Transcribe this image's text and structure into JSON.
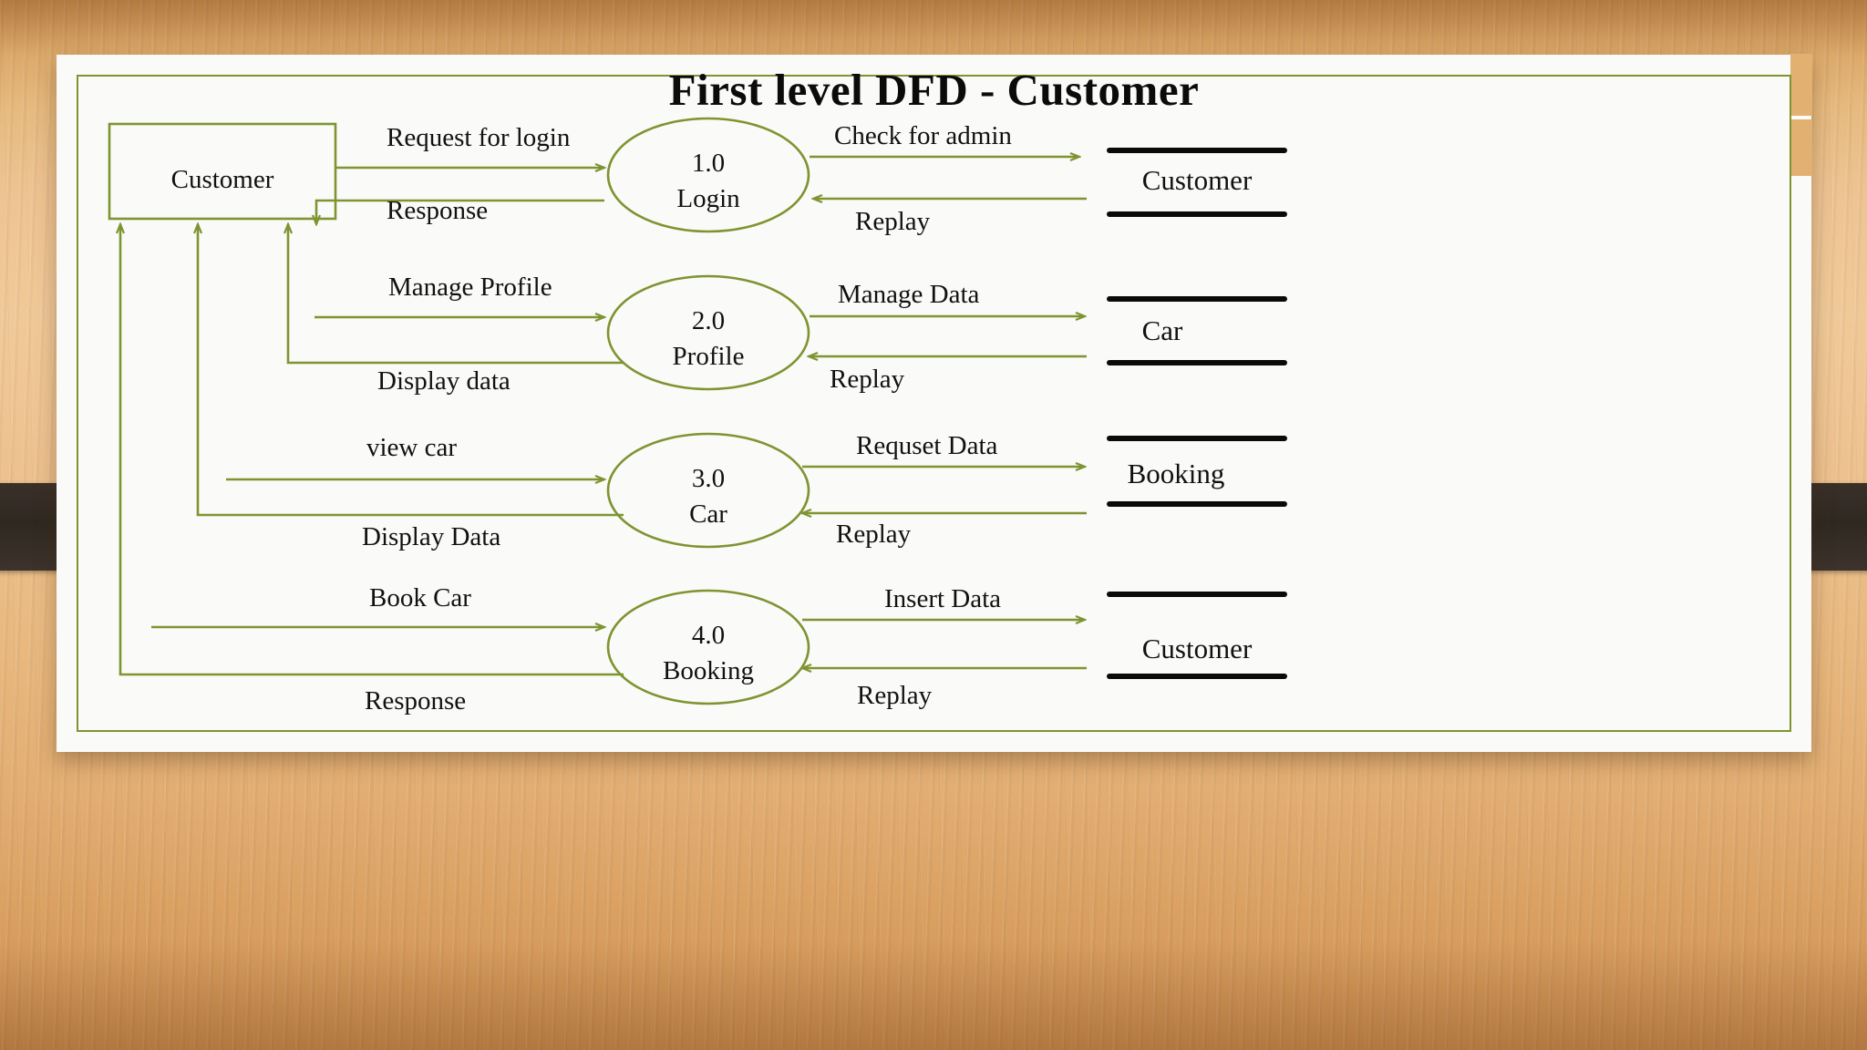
{
  "slide": {
    "title": "First level DFD - Customer",
    "accent_color": "#7e9431",
    "store_line_color": "#0a0a0a",
    "sheet_color": "#fafaf8",
    "background_color": "#e6b97e"
  },
  "external_entity": {
    "label": "Customer"
  },
  "processes": [
    {
      "number": "1.0",
      "name": "Login"
    },
    {
      "number": "2.0",
      "name": "Profile"
    },
    {
      "number": "3.0",
      "name": "Car"
    },
    {
      "number": "4.0",
      "name": "Booking"
    }
  ],
  "data_stores": [
    {
      "label": "Customer"
    },
    {
      "label": "Car"
    },
    {
      "label": "Booking"
    },
    {
      "label": "Customer"
    }
  ],
  "flows": {
    "left_in": [
      {
        "label": "Request for login"
      },
      {
        "label": "Manage Profile"
      },
      {
        "label": "view car"
      },
      {
        "label": "Book Car"
      }
    ],
    "left_out": [
      {
        "label": "Response"
      },
      {
        "label": "Display data"
      },
      {
        "label": "Display Data"
      },
      {
        "label": "Response"
      }
    ],
    "right_out": [
      {
        "label": "Check for admin"
      },
      {
        "label": "Manage Data"
      },
      {
        "label": "Requset Data"
      },
      {
        "label": "Insert Data"
      }
    ],
    "right_in": [
      {
        "label": "Replay"
      },
      {
        "label": "Replay"
      },
      {
        "label": "Replay"
      },
      {
        "label": "Replay"
      }
    ]
  }
}
